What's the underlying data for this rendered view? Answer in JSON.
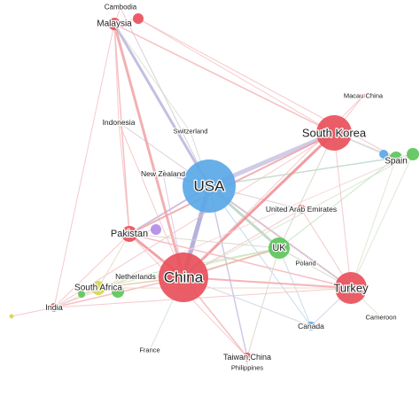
{
  "network": {
    "colors": {
      "red": "#e8505b",
      "blue": "#5aa8e6",
      "green": "#5cc65a",
      "purple": "#b38be6",
      "yellow": "#d6d84a"
    },
    "nodes": [
      {
        "id": "usa",
        "label": "USA",
        "group": "blue"
      },
      {
        "id": "china",
        "label": "China",
        "group": "red"
      },
      {
        "id": "south_korea",
        "label": "South Korea",
        "group": "red"
      },
      {
        "id": "turkey",
        "label": "Turkey",
        "group": "red"
      },
      {
        "id": "uk",
        "label": "UK",
        "group": "green"
      },
      {
        "id": "pakistan",
        "label": "Pakistan",
        "group": "red"
      },
      {
        "id": "malaysia",
        "label": "Malaysia",
        "group": "red"
      },
      {
        "id": "cambodia",
        "label": "Cambodia",
        "group": "red"
      },
      {
        "id": "indonesia",
        "label": "Indonesia",
        "group": "red"
      },
      {
        "id": "switzerland",
        "label": "Switzerland",
        "group": "green"
      },
      {
        "id": "new_zealand",
        "label": "New Zealand",
        "group": "purple"
      },
      {
        "id": "macau",
        "label": "Macau China",
        "group": "red"
      },
      {
        "id": "spain",
        "label": "Spain",
        "group": "green"
      },
      {
        "id": "uae",
        "label": "United Arab Emirates",
        "group": "red"
      },
      {
        "id": "poland",
        "label": "Poland",
        "group": "green"
      },
      {
        "id": "netherlands",
        "label": "Netherlands",
        "group": "green"
      },
      {
        "id": "south_africa",
        "label": "South Africa",
        "group": "yellow"
      },
      {
        "id": "india",
        "label": "India",
        "group": "red"
      },
      {
        "id": "canada",
        "label": "Canada",
        "group": "blue"
      },
      {
        "id": "cameroon",
        "label": "Cameroon",
        "group": "green"
      },
      {
        "id": "france",
        "label": "France",
        "group": "green"
      },
      {
        "id": "taiwan",
        "label": "Taiwan,China",
        "group": "red"
      },
      {
        "id": "philippines",
        "label": "Philippines",
        "group": "red"
      },
      {
        "id": "unlabeled_purple",
        "label": "",
        "group": "purple"
      },
      {
        "id": "unlabeled_green_sa",
        "label": "",
        "group": "green"
      },
      {
        "id": "unlabeled_yellow_left",
        "label": "",
        "group": "yellow"
      },
      {
        "id": "unlabeled_green_left",
        "label": "",
        "group": "green"
      },
      {
        "id": "unlabeled_blue_spain",
        "label": "",
        "group": "blue"
      },
      {
        "id": "unlabeled_green_right",
        "label": "",
        "group": "green"
      },
      {
        "id": "unlabeled_red_malaysia",
        "label": "",
        "group": "red"
      }
    ],
    "edges": [
      {
        "from": "usa",
        "to": "china",
        "weight": 5,
        "color": "#a9a4d8"
      },
      {
        "from": "usa",
        "to": "south_korea",
        "weight": 5,
        "color": "#c8c2e2"
      },
      {
        "from": "usa",
        "to": "malaysia",
        "weight": 3,
        "color": "#b9b4dc"
      },
      {
        "from": "usa",
        "to": "uk",
        "weight": 3,
        "color": "#b7d3bf"
      },
      {
        "from": "usa",
        "to": "turkey",
        "weight": 2,
        "color": "#d8b8c8"
      },
      {
        "from": "usa",
        "to": "pakistan",
        "weight": 2,
        "color": "#c9b6d8"
      },
      {
        "from": "usa",
        "to": "taiwan",
        "weight": 1.5,
        "color": "#c9c0df"
      },
      {
        "from": "usa",
        "to": "spain",
        "weight": 1.5,
        "color": "#bcd8c8"
      },
      {
        "from": "usa",
        "to": "new_zealand",
        "weight": 1.5,
        "color": "#c7b7e8"
      },
      {
        "from": "usa",
        "to": "switzerland",
        "weight": 1,
        "color": "#c8dccb"
      },
      {
        "from": "usa",
        "to": "uae",
        "weight": 1,
        "color": "#d9c4cf"
      },
      {
        "from": "usa",
        "to": "canada",
        "weight": 1,
        "color": "#b9d3ea"
      },
      {
        "from": "usa",
        "to": "indonesia",
        "weight": 1,
        "color": "#d9c4cf"
      },
      {
        "from": "china",
        "to": "south_korea",
        "weight": 3,
        "color": "#ee8c92"
      },
      {
        "from": "china",
        "to": "malaysia",
        "weight": 3,
        "color": "#f0a2a6"
      },
      {
        "from": "china",
        "to": "pakistan",
        "weight": 3,
        "color": "#ee9096"
      },
      {
        "from": "china",
        "to": "turkey",
        "weight": 2,
        "color": "#f2a6aa"
      },
      {
        "from": "china",
        "to": "uk",
        "weight": 2,
        "color": "#e2b9a6"
      },
      {
        "from": "china",
        "to": "india",
        "weight": 1.5,
        "color": "#f4b4b8"
      },
      {
        "from": "china",
        "to": "south_africa",
        "weight": 1.5,
        "color": "#e8c6a8"
      },
      {
        "from": "china",
        "to": "taiwan",
        "weight": 1.5,
        "color": "#f4b4b8"
      },
      {
        "from": "china",
        "to": "netherlands",
        "weight": 1,
        "color": "#c6dcc0"
      },
      {
        "from": "china",
        "to": "france",
        "weight": 1,
        "color": "#cfe1cf"
      },
      {
        "from": "china",
        "to": "indonesia",
        "weight": 1,
        "color": "#f4c0c3"
      },
      {
        "from": "china",
        "to": "canada",
        "weight": 1,
        "color": "#cad4e6"
      },
      {
        "from": "china",
        "to": "macau",
        "weight": 1,
        "color": "#f4c0c3"
      },
      {
        "from": "china",
        "to": "unlabeled_green_right",
        "weight": 1,
        "color": "#cfe4cc"
      },
      {
        "from": "south_korea",
        "to": "pakistan",
        "weight": 2,
        "color": "#f0a2a6"
      },
      {
        "from": "south_korea",
        "to": "malaysia",
        "weight": 1.5,
        "color": "#f4b4b8"
      },
      {
        "from": "south_korea",
        "to": "macau",
        "weight": 1,
        "color": "#f4c0c3"
      },
      {
        "from": "south_korea",
        "to": "spain",
        "weight": 1,
        "color": "#d6d6c4"
      },
      {
        "from": "south_korea",
        "to": "unlabeled_blue_spain",
        "weight": 1,
        "color": "#cfd6e8"
      },
      {
        "from": "south_korea",
        "to": "turkey",
        "weight": 1,
        "color": "#f4c0c3"
      },
      {
        "from": "south_korea",
        "to": "uk",
        "weight": 1,
        "color": "#d8d2c4"
      },
      {
        "from": "south_korea",
        "to": "india",
        "weight": 1,
        "color": "#f4c0c3"
      },
      {
        "from": "turkey",
        "to": "pakistan",
        "weight": 1.5,
        "color": "#f4b4b8"
      },
      {
        "from": "turkey",
        "to": "india",
        "weight": 1,
        "color": "#f4c0c3"
      },
      {
        "from": "turkey",
        "to": "uk",
        "weight": 1,
        "color": "#d8d2c4"
      },
      {
        "from": "turkey",
        "to": "south_africa",
        "weight": 1,
        "color": "#ecd4c0"
      },
      {
        "from": "turkey",
        "to": "canada",
        "weight": 1,
        "color": "#d6cfe2"
      },
      {
        "from": "turkey",
        "to": "cameroon",
        "weight": 1,
        "color": "#d8e4cf"
      },
      {
        "from": "turkey",
        "to": "spain",
        "weight": 1,
        "color": "#d8e4cf"
      },
      {
        "from": "turkey",
        "to": "unlabeled_green_right",
        "weight": 1,
        "color": "#d8e4cf"
      },
      {
        "from": "uk",
        "to": "spain",
        "weight": 1,
        "color": "#c0e0bc"
      },
      {
        "from": "uk",
        "to": "poland",
        "weight": 1,
        "color": "#c0e0bc"
      },
      {
        "from": "uk",
        "to": "south_africa",
        "weight": 1,
        "color": "#cfe2b8"
      },
      {
        "from": "uk",
        "to": "netherlands",
        "weight": 1,
        "color": "#c0e0bc"
      },
      {
        "from": "uk",
        "to": "pakistan",
        "weight": 1,
        "color": "#d8d2c4"
      },
      {
        "from": "uk",
        "to": "canada",
        "weight": 1,
        "color": "#c6d8e0"
      },
      {
        "from": "uk",
        "to": "taiwan",
        "weight": 1,
        "color": "#d8d2c4"
      },
      {
        "from": "malaysia",
        "to": "pakistan",
        "weight": 1.5,
        "color": "#f4b4b8"
      },
      {
        "from": "malaysia",
        "to": "cambodia",
        "weight": 1,
        "color": "#f4c0c3"
      },
      {
        "from": "malaysia",
        "to": "unlabeled_red_malaysia",
        "weight": 1,
        "color": "#f4c0c3"
      },
      {
        "from": "malaysia",
        "to": "indonesia",
        "weight": 1,
        "color": "#f4c0c3"
      },
      {
        "from": "malaysia",
        "to": "india",
        "weight": 1,
        "color": "#f4c0c3"
      },
      {
        "from": "unlabeled_red_malaysia",
        "to": "south_korea",
        "weight": 1,
        "color": "#f4c0c3"
      },
      {
        "from": "unlabeled_red_malaysia",
        "to": "spain",
        "weight": 1,
        "color": "#f4c0c3"
      },
      {
        "from": "pakistan",
        "to": "india",
        "weight": 1,
        "color": "#f4c0c3"
      },
      {
        "from": "pakistan",
        "to": "south_africa",
        "weight": 1,
        "color": "#ecd4c0"
      },
      {
        "from": "pakistan",
        "to": "unlabeled_purple",
        "weight": 1,
        "color": "#d8c4e6"
      },
      {
        "from": "pakistan",
        "to": "indonesia",
        "weight": 1,
        "color": "#f4c0c3"
      },
      {
        "from": "india",
        "to": "unlabeled_yellow_left",
        "weight": 1,
        "color": "#f4c0c3"
      },
      {
        "from": "india",
        "to": "south_africa",
        "weight": 1,
        "color": "#ecd4c0"
      },
      {
        "from": "india",
        "to": "netherlands",
        "weight": 1,
        "color": "#dfd8c4"
      },
      {
        "from": "india",
        "to": "unlabeled_green_right",
        "weight": 1,
        "color": "#f4d0d3"
      },
      {
        "from": "south_africa",
        "to": "unlabeled_green_sa",
        "weight": 1,
        "color": "#d6e4b8"
      },
      {
        "from": "south_africa",
        "to": "unlabeled_green_left",
        "weight": 1,
        "color": "#d6e4b8"
      },
      {
        "from": "south_africa",
        "to": "netherlands",
        "weight": 1,
        "color": "#d6e4b8"
      },
      {
        "from": "taiwan",
        "to": "philippines",
        "weight": 1,
        "color": "#f4c0c3"
      },
      {
        "from": "taiwan",
        "to": "pakistan",
        "weight": 1,
        "color": "#f4c0c3"
      },
      {
        "from": "uae",
        "to": "china",
        "weight": 1,
        "color": "#f4c0c3"
      },
      {
        "from": "uae",
        "to": "turkey",
        "weight": 1,
        "color": "#f4c0c3"
      },
      {
        "from": "poland",
        "to": "turkey",
        "weight": 1,
        "color": "#d8e4cf"
      },
      {
        "from": "spain",
        "to": "unlabeled_blue_spain",
        "weight": 1,
        "color": "#c4d8e0"
      },
      {
        "from": "spain",
        "to": "unlabeled_green_right",
        "weight": 1,
        "color": "#c0e0bc"
      },
      {
        "from": "switzerland",
        "to": "malaysia",
        "weight": 1,
        "color": "#d4e0cf"
      },
      {
        "from": "new_zealand",
        "to": "china",
        "weight": 1,
        "color": "#d8c4e6"
      },
      {
        "from": "cambodia",
        "to": "usa",
        "weight": 1,
        "color": "#d9c4cf"
      }
    ]
  }
}
